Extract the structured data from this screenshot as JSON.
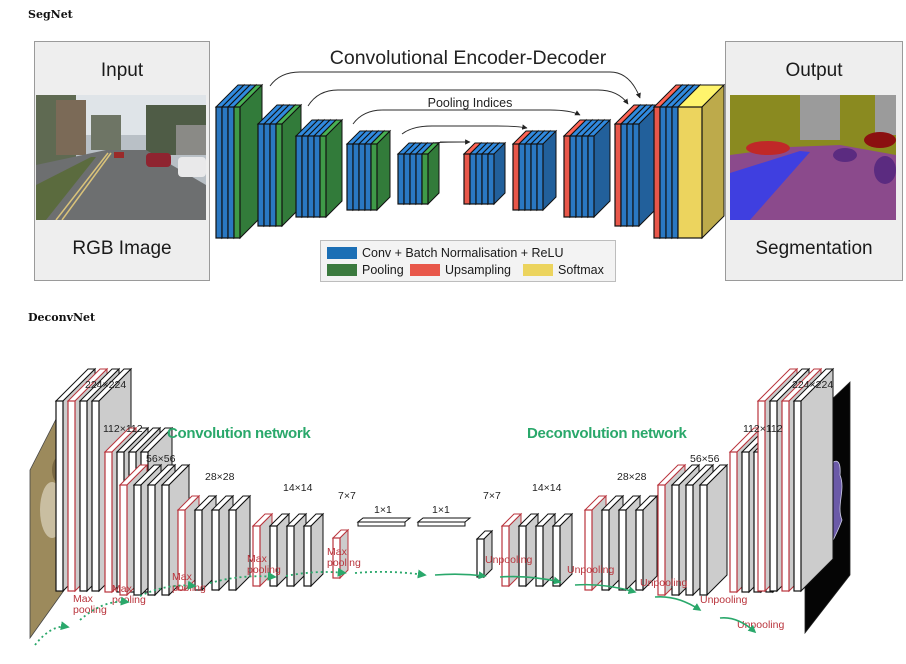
{
  "segnet": {
    "section_label": "SegNet",
    "input_title": "Input",
    "input_caption": "RGB Image",
    "output_title": "Output",
    "output_caption": "Segmentation",
    "diagram_title": "Convolutional Encoder-Decoder",
    "pooling_indices_label": "Pooling Indices",
    "legend": {
      "conv": "Conv + Batch Normalisation + ReLU",
      "pool": "Pooling",
      "upsample": "Upsampling",
      "softmax": "Softmax"
    },
    "colors": {
      "conv": "#2a78c2",
      "pool": "#3f9a48",
      "upsample": "#e8574a",
      "softmax": "#ecd45e",
      "legend_pool": "#3b7a3e",
      "legend_conv": "#1b6fb5"
    }
  },
  "deconvnet": {
    "section_label": "DeconvNet",
    "conv_network_label": "Convolution network",
    "deconv_network_label": "Deconvolution network",
    "max_pooling_label": "Max pooling",
    "unpooling_label": "Unpooling",
    "sizes": [
      "224×224",
      "112×112",
      "56×56",
      "28×28",
      "14×14",
      "7×7",
      "1×1",
      "1×1",
      "7×7",
      "14×14",
      "28×28",
      "56×56",
      "112×112",
      "224×224"
    ],
    "colors": {
      "green": "#2aa86b",
      "red": "#b9343c"
    }
  }
}
